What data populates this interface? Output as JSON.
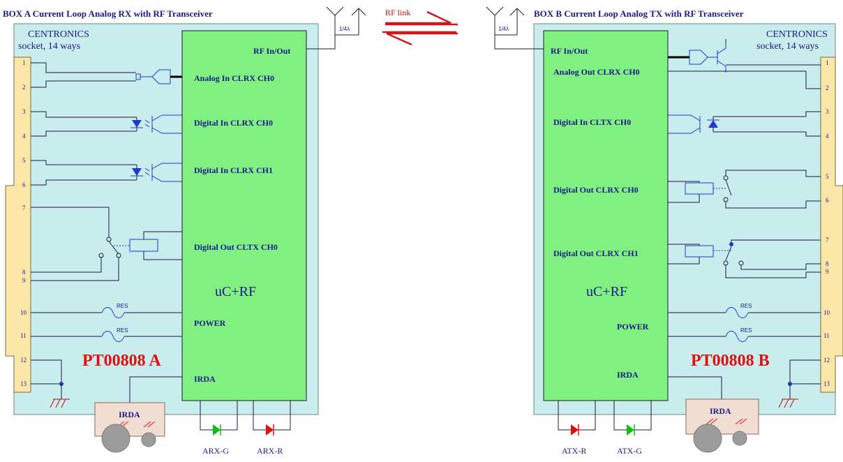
{
  "box_a": {
    "title": "BOX A Current Loop Analog RX with RF Transceiver",
    "socket_line1": "CENTRONICS",
    "socket_line2": "socket, 14 ways",
    "module_label": "uC+RF",
    "product_code": "PT00808 A",
    "signals": {
      "rf": "RF In/Out",
      "analog": "Analog In CLRX CH0",
      "din0": "Digital In CLRX CH0",
      "din1": "Digital In CLRX CH1",
      "dout0": "Digital Out CLTX CH0",
      "power": "POWER",
      "irda": "IRDA"
    },
    "pins": [
      "1",
      "2",
      "3",
      "4",
      "5",
      "6",
      "7",
      "8",
      "9",
      "10",
      "11",
      "12",
      "13"
    ],
    "resistor_label": "RES",
    "antenna_label": "1/4λ",
    "irda_module": "IRDA",
    "leds": [
      {
        "label": "ARX-G",
        "color": "#10c010"
      },
      {
        "label": "ARX-R",
        "color": "#e01010"
      }
    ]
  },
  "box_b": {
    "title": "BOX B Current Loop Analog TX with RF Transceiver",
    "socket_line1": "CENTRONICS",
    "socket_line2": "socket, 14 ways",
    "module_label": "uC+RF",
    "product_code": "PT00808 B",
    "signals": {
      "rf": "RF In/Out",
      "analog": "Analog Out CLRX CH0",
      "din0": "Digital In CLTX CH0",
      "dout0": "Digital Out CLRX CH0",
      "dout1": "Digital Out CLRX CH1",
      "power": "POWER",
      "irda": "IRDA"
    },
    "pins": [
      "1",
      "2",
      "3",
      "4",
      "5",
      "6",
      "7",
      "8",
      "9",
      "10",
      "11",
      "12",
      "13"
    ],
    "resistor_label": "RES",
    "antenna_label": "1/4λ",
    "irda_module": "IRDA",
    "leds": [
      {
        "label": "ATX-R",
        "color": "#e01010"
      },
      {
        "label": "ATX-G",
        "color": "#10c010"
      }
    ]
  },
  "rf_link_label": "RF link",
  "colors": {
    "enclosure": "#c9ecec",
    "socket": "#fde7a8",
    "module": "#80f080",
    "irda_box": "#f1ddd1",
    "component_blue": "#1a3ad0",
    "title_navy": "#1a1a8c",
    "product_red": "#e01010",
    "arrow_red": "#d01818"
  }
}
